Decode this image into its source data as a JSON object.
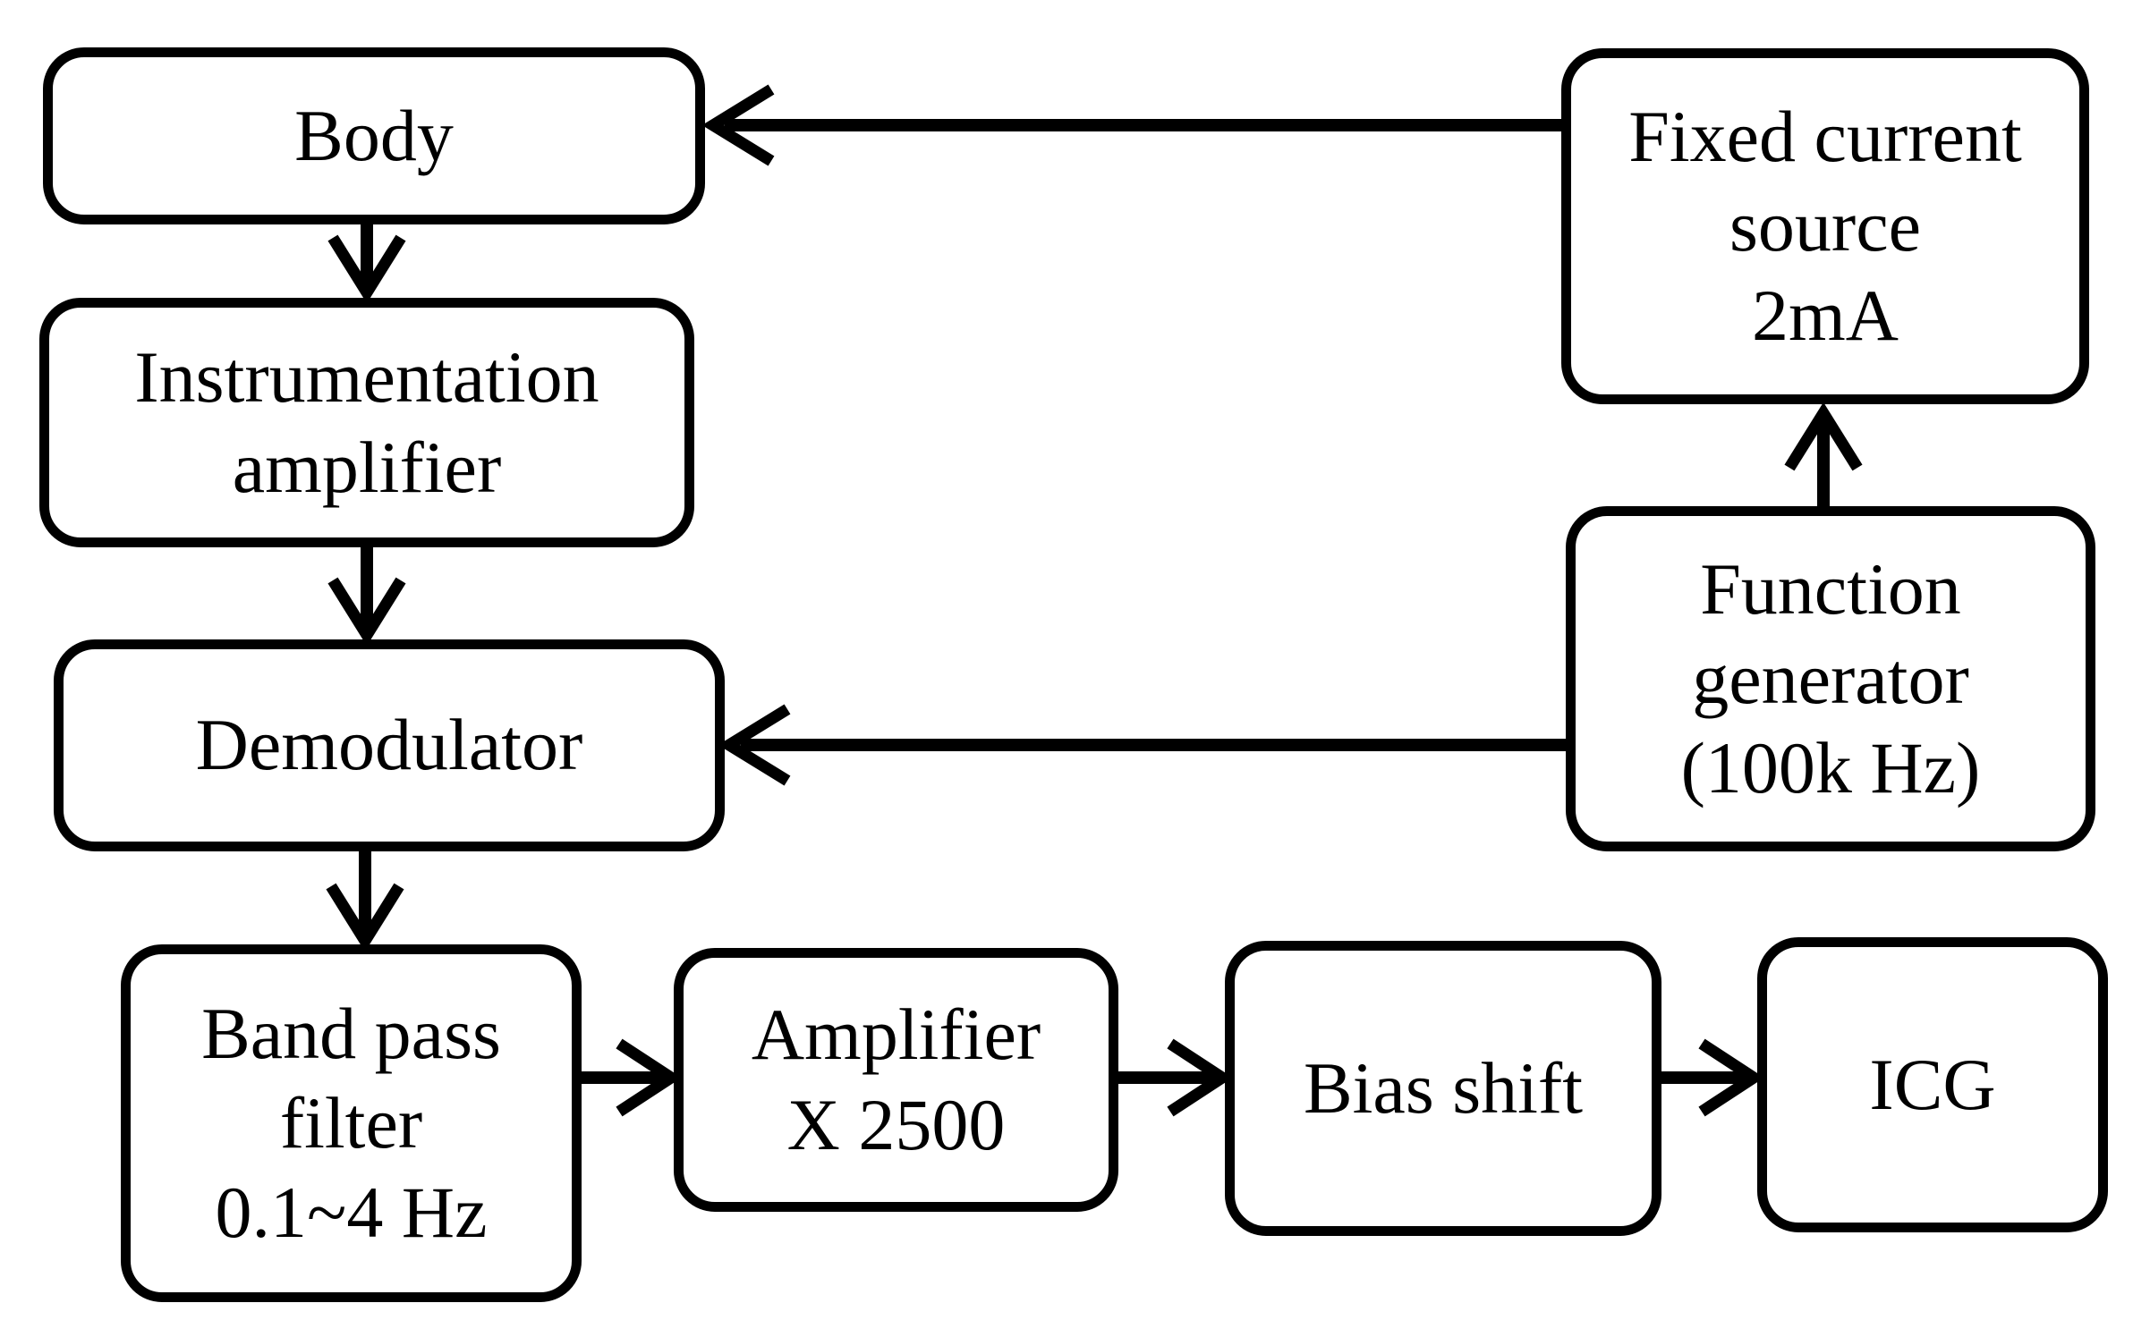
{
  "diagram": {
    "background_color": "#ffffff",
    "stroke_color": "#000000",
    "blocks": [
      {
        "id": "body",
        "lines": [
          "Body"
        ]
      },
      {
        "id": "fixed-current-source",
        "lines": [
          "Fixed current",
          "source",
          "2mA"
        ]
      },
      {
        "id": "instrumentation-amplifier",
        "lines": [
          "Instrumentation",
          "amplifier"
        ]
      },
      {
        "id": "function-generator",
        "lines": [
          "Function",
          "generator",
          "(100k Hz)"
        ]
      },
      {
        "id": "demodulator",
        "lines": [
          "Demodulator"
        ]
      },
      {
        "id": "band-pass-filter",
        "lines": [
          "Band pass",
          "filter",
          "0.1~4 Hz"
        ]
      },
      {
        "id": "amplifier",
        "lines": [
          "Amplifier",
          "X 2500"
        ]
      },
      {
        "id": "bias-shift",
        "lines": [
          "Bias shift"
        ]
      },
      {
        "id": "icg",
        "lines": [
          "ICG"
        ]
      }
    ],
    "connections": [
      {
        "from": "fixed-current-source",
        "to": "body"
      },
      {
        "from": "body",
        "to": "instrumentation-amplifier"
      },
      {
        "from": "instrumentation-amplifier",
        "to": "demodulator"
      },
      {
        "from": "function-generator",
        "to": "fixed-current-source"
      },
      {
        "from": "function-generator",
        "to": "demodulator"
      },
      {
        "from": "demodulator",
        "to": "band-pass-filter"
      },
      {
        "from": "band-pass-filter",
        "to": "amplifier"
      },
      {
        "from": "amplifier",
        "to": "bias-shift"
      },
      {
        "from": "bias-shift",
        "to": "icg"
      }
    ]
  }
}
